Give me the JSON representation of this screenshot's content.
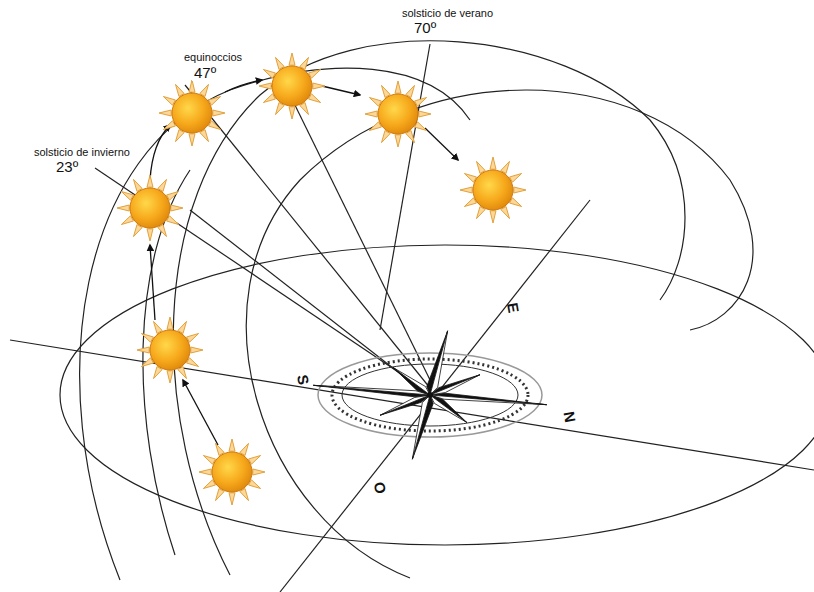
{
  "diagram": {
    "labels": [
      "solsticio de verano",
      "70º",
      "equinoccios",
      "47º",
      "solsticio de invierno",
      "23º",
      "S",
      "N",
      "E",
      "O"
    ]
  }
}
